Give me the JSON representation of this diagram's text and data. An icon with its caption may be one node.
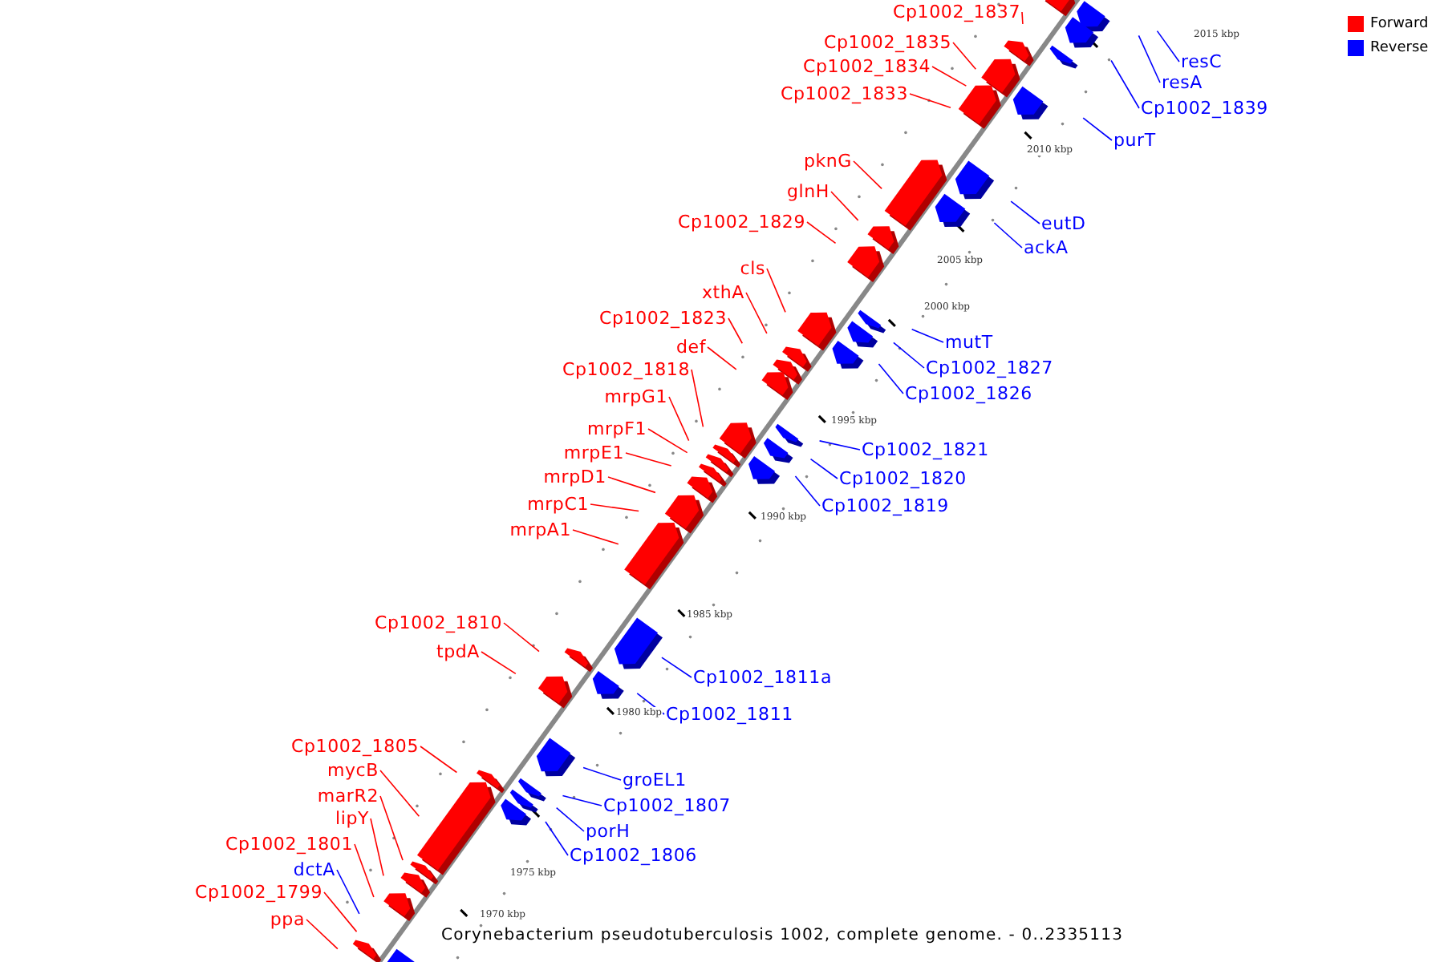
{
  "diagram": {
    "caption": "Corynebacterium pseudotuberculosis 1002, complete genome. - 0..2335113",
    "nodes": [
      {
        "text": [
          "Cp1002_1837"
        ]
      },
      {
        "text": [
          "Cp1002_1835"
        ]
      },
      {
        "text": [
          "Cp1002_1834"
        ]
      },
      {
        "text": [
          "Cp1002_1833"
        ]
      },
      {
        "text": [
          "pknG"
        ]
      },
      {
        "text": [
          "glnH"
        ]
      },
      {
        "text": [
          "Cp1002_1829"
        ]
      },
      {
        "text": [
          "cls"
        ]
      },
      {
        "text": [
          "xthA"
        ]
      },
      {
        "text": [
          "Cp1002_1823"
        ]
      },
      {
        "text": [
          "def"
        ]
      },
      {
        "text": [
          "Cp1002_1818"
        ]
      },
      {
        "text": [
          "mrpG1"
        ]
      },
      {
        "text": [
          "mrpF1"
        ]
      },
      {
        "text": [
          "mrpE1"
        ]
      },
      {
        "text": [
          "mrpD1"
        ]
      },
      {
        "text": [
          "mrpC1"
        ]
      },
      {
        "text": [
          "mrpA1"
        ]
      },
      {
        "text": [
          "Cp1002_1810"
        ]
      },
      {
        "text": [
          "tpdA"
        ]
      },
      {
        "text": [
          "Cp1002_1805"
        ]
      },
      {
        "text": [
          "mycB"
        ]
      },
      {
        "text": [
          "marR2"
        ]
      },
      {
        "text": [
          "lipY"
        ]
      },
      {
        "text": [
          "Cp1002_1801"
        ]
      },
      {
        "text": [
          "dctA"
        ]
      },
      {
        "text": [
          "Cp1002_1799"
        ]
      },
      {
        "text": [
          "ppa"
        ]
      },
      {
        "text": [
          "resC"
        ]
      },
      {
        "text": [
          "resA"
        ]
      },
      {
        "text": [
          "Cp1002_1839"
        ]
      },
      {
        "text": [
          "purT"
        ]
      },
      {
        "text": [
          "eutD"
        ]
      },
      {
        "text": [
          "ackA"
        ]
      },
      {
        "text": [
          "mutT"
        ]
      },
      {
        "text": [
          "Cp1002_1827"
        ]
      },
      {
        "text": [
          "Cp1002_1826"
        ]
      },
      {
        "text": [
          "Cp1002_1821"
        ]
      },
      {
        "text": [
          "Cp1002_1820"
        ]
      },
      {
        "text": [
          "Cp1002_1819"
        ]
      },
      {
        "text": [
          "Cp1002_1811a"
        ]
      },
      {
        "text": [
          "Cp1002_1811"
        ]
      },
      {
        "text": [
          "groEL1"
        ]
      },
      {
        "text": [
          "Cp1002_1807"
        ]
      },
      {
        "text": [
          "porH"
        ]
      },
      {
        "text": [
          "Cp1002_1806"
        ]
      }
    ],
    "edges": [
      {
        "from": 0,
        "to": null,
        "arrow": "none"
      },
      {
        "from": 1,
        "to": null,
        "arrow": "none"
      },
      {
        "from": 2,
        "to": null,
        "arrow": "none"
      },
      {
        "from": 3,
        "to": null,
        "arrow": "none"
      },
      {
        "from": 4,
        "to": null,
        "arrow": "none"
      },
      {
        "from": 5,
        "to": null,
        "arrow": "none"
      },
      {
        "from": 6,
        "to": null,
        "arrow": "none"
      },
      {
        "from": 7,
        "to": null,
        "arrow": "none"
      },
      {
        "from": 8,
        "to": null,
        "arrow": "none"
      },
      {
        "from": 9,
        "to": null,
        "arrow": "none"
      },
      {
        "from": 10,
        "to": null,
        "arrow": "none"
      },
      {
        "from": 11,
        "to": null,
        "arrow": "none"
      },
      {
        "from": 12,
        "to": null,
        "arrow": "none"
      },
      {
        "from": 13,
        "to": null,
        "arrow": "none"
      },
      {
        "from": 14,
        "to": null,
        "arrow": "none"
      },
      {
        "from": 15,
        "to": null,
        "arrow": "none"
      },
      {
        "from": 16,
        "to": null,
        "arrow": "none"
      },
      {
        "from": 17,
        "to": null,
        "arrow": "none"
      },
      {
        "from": 18,
        "to": null,
        "arrow": "none"
      },
      {
        "from": 19,
        "to": null,
        "arrow": "none"
      },
      {
        "from": 20,
        "to": null,
        "arrow": "none"
      },
      {
        "from": 21,
        "to": null,
        "arrow": "none"
      },
      {
        "from": 22,
        "to": null,
        "arrow": "none"
      },
      {
        "from": 23,
        "to": null,
        "arrow": "none"
      },
      {
        "from": 24,
        "to": null,
        "arrow": "none"
      },
      {
        "from": 25,
        "to": null,
        "arrow": "none",
        "color": "#0000ff"
      },
      {
        "from": 26,
        "to": null,
        "arrow": "none"
      },
      {
        "from": 27,
        "to": null,
        "arrow": "none"
      },
      {
        "from": 28,
        "to": null,
        "arrow": "none",
        "color": "#0000ff"
      },
      {
        "from": 29,
        "to": null,
        "arrow": "none",
        "color": "#0000ff"
      },
      {
        "from": 30,
        "to": null,
        "arrow": "none",
        "color": "#0000ff"
      },
      {
        "from": 31,
        "to": null,
        "arrow": "none",
        "color": "#0000ff"
      },
      {
        "from": 32,
        "to": null,
        "arrow": "none",
        "color": "#0000ff"
      },
      {
        "from": 33,
        "to": null,
        "arrow": "none",
        "color": "#0000ff"
      },
      {
        "from": 34,
        "to": null,
        "arrow": "none",
        "color": "#0000ff"
      },
      {
        "from": 35,
        "to": null,
        "arrow": "none",
        "color": "#0000ff"
      },
      {
        "from": 36,
        "to": null,
        "arrow": "none",
        "color": "#0000ff"
      },
      {
        "from": 37,
        "to": null,
        "arrow": "none",
        "color": "#0000ff"
      },
      {
        "from": 38,
        "to": null,
        "arrow": "none",
        "color": "#0000ff"
      },
      {
        "from": 39,
        "to": null,
        "arrow": "none",
        "color": "#0000ff"
      },
      {
        "from": 40,
        "to": null,
        "arrow": "none",
        "color": "#0000ff"
      },
      {
        "from": 41,
        "to": null,
        "arrow": "none",
        "color": "#0000ff"
      },
      {
        "from": 42,
        "to": null,
        "arrow": "none",
        "color": "#0000ff"
      },
      {
        "from": 43,
        "to": null,
        "arrow": "none",
        "color": "#0000ff"
      },
      {
        "from": 44,
        "to": null,
        "arrow": "none",
        "color": "#0000ff"
      },
      {
        "from": 45,
        "to": null,
        "arrow": "none",
        "color": "#0000ff"
      }
    ],
    "labels": [
      "2015 kbp",
      "2010 kbp",
      "2005 kbp",
      "2000 kbp",
      "1995 kbp",
      "1990 kbp",
      "1985 kbp",
      "1980 kbp",
      "1975 kbp",
      "1970 kbp"
    ],
    "legend": [
      {
        "text": "Forward",
        "color": "#ff0000"
      },
      {
        "text": "Reverse",
        "color": "#0000ff"
      }
    ]
  }
}
